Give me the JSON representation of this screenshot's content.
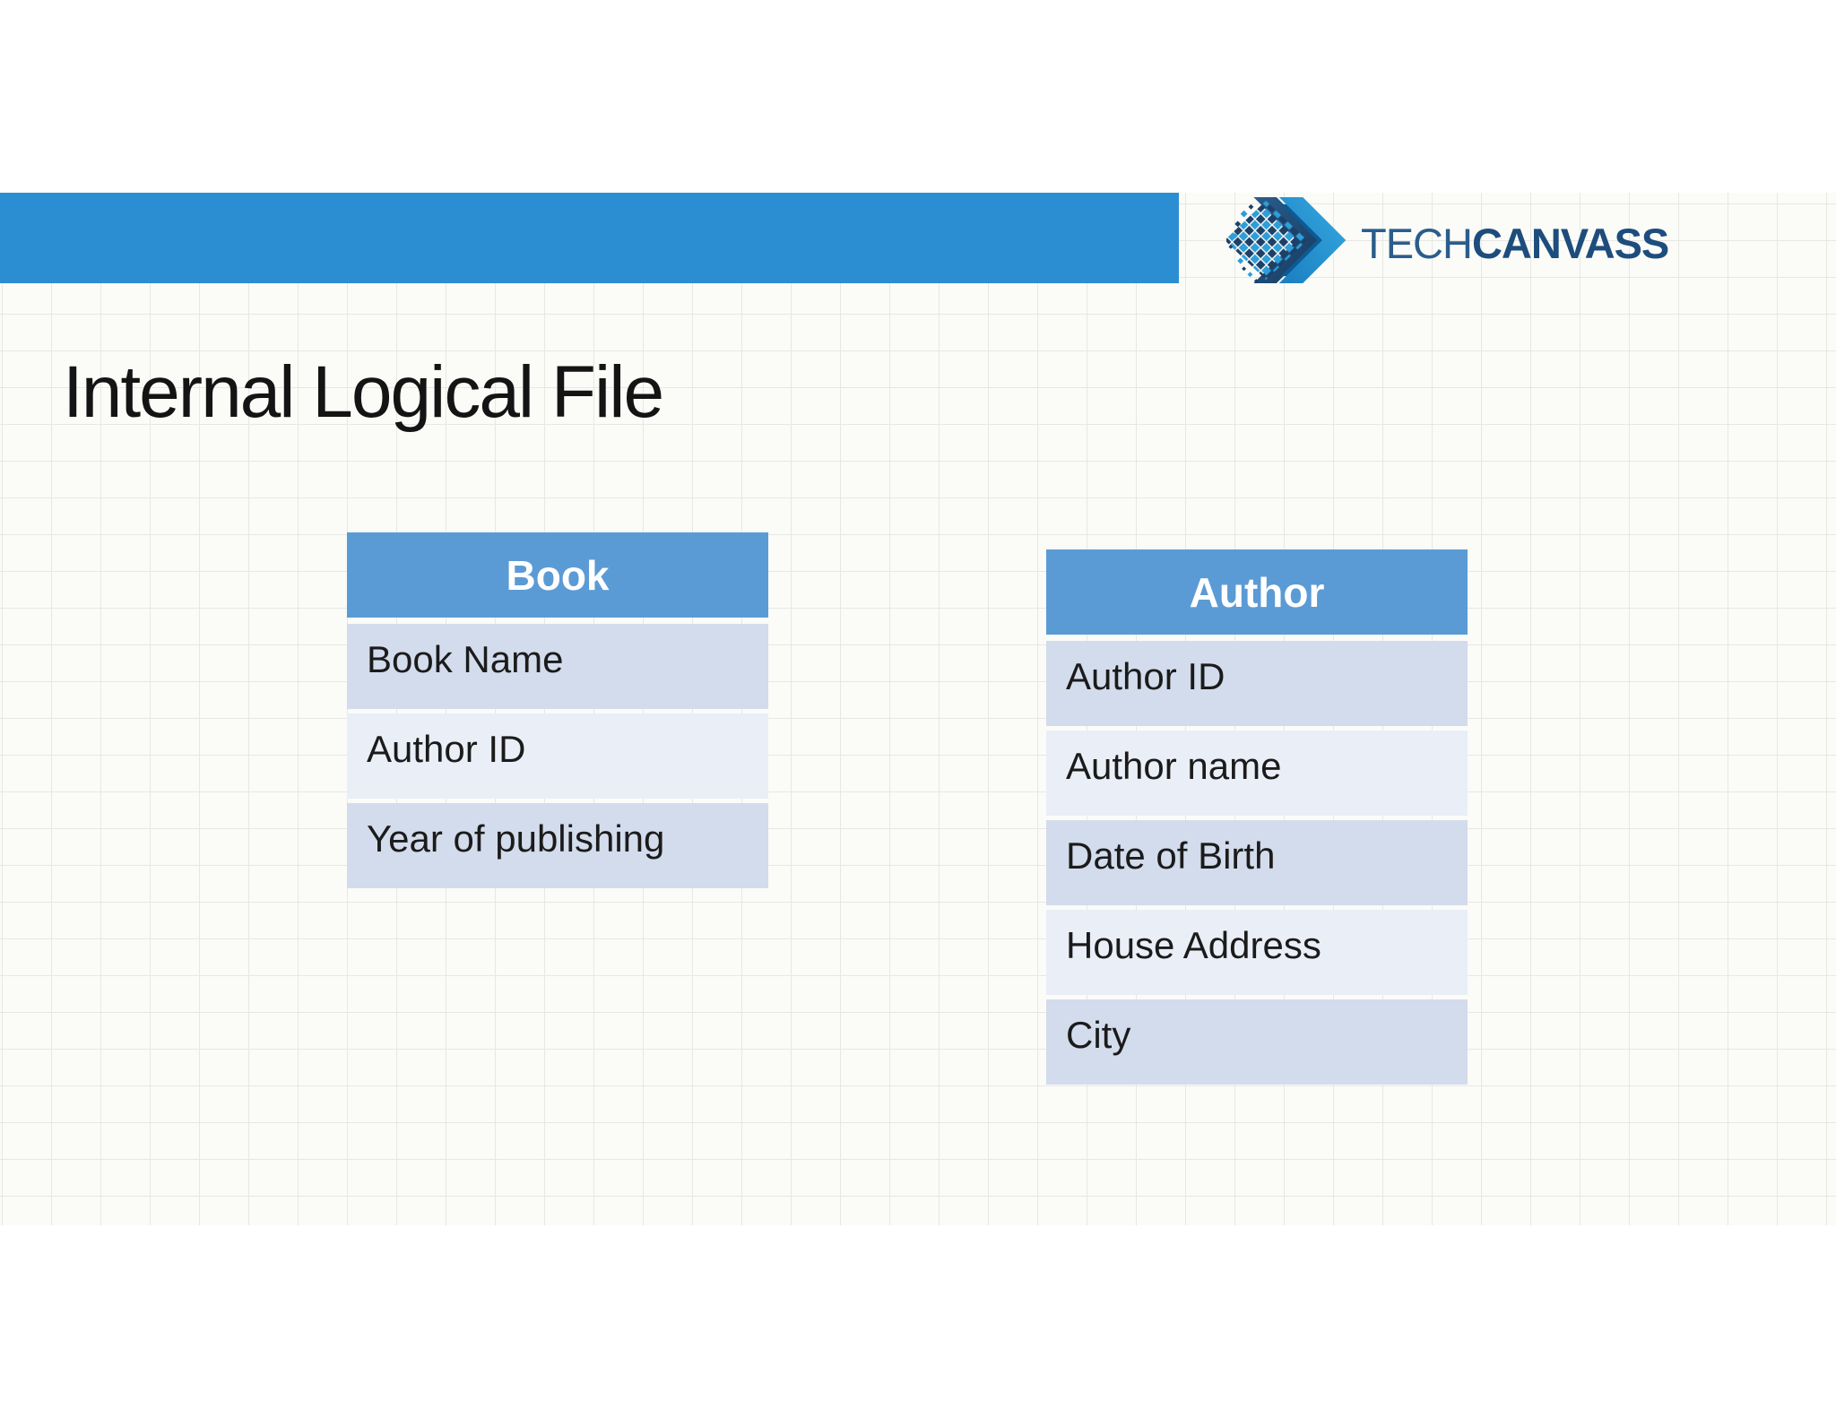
{
  "page": {
    "title": "Internal Logical File"
  },
  "logo": {
    "text_light": "TECH",
    "text_bold": "CANVASS",
    "mark": "chevron-diamond-mosaic"
  },
  "colors": {
    "top_bar_blue": "#2b8ed3",
    "table_header_blue": "#5b9bd5",
    "row_band_dark": "#d3dcec",
    "row_band_light": "#eaeef7",
    "brand_navy": "#1d4d7d",
    "brand_steel_blue": "#2a5d8c",
    "logo_cyan": "#2d9ed8",
    "grid_line": "#e7e7e4",
    "text_dark": "#1b1b1b"
  },
  "tables": [
    {
      "header": "Book",
      "rows": [
        "Book Name",
        "Author ID",
        "Year of publishing"
      ]
    },
    {
      "header": "Author",
      "rows": [
        "Author ID",
        "Author name",
        "Date of Birth",
        "House Address",
        "City"
      ]
    }
  ]
}
